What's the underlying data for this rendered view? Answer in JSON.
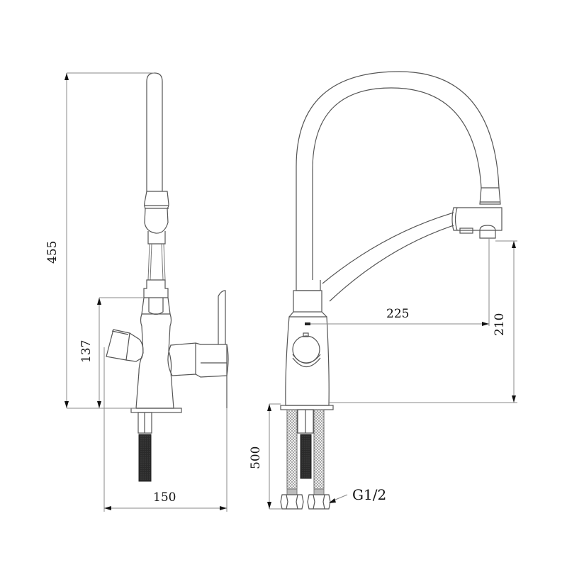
{
  "drawing": {
    "title": "",
    "views": [
      {
        "name": "side-view",
        "description": "Faucet side view with pull-down spout and filter tap"
      },
      {
        "name": "front-view",
        "description": "Faucet front view with flexible gooseneck spout and supply hoses"
      }
    ]
  },
  "dimensions": {
    "total_height": "455",
    "body_height": "137",
    "base_width": "150",
    "spout_reach": "225",
    "spout_clearance": "210",
    "hose_length": "500",
    "thread_size": "G1/2"
  },
  "colors": {
    "line": "#555555",
    "dimension_line": "#888888",
    "hose_fill": "#333333",
    "background": "#ffffff"
  }
}
